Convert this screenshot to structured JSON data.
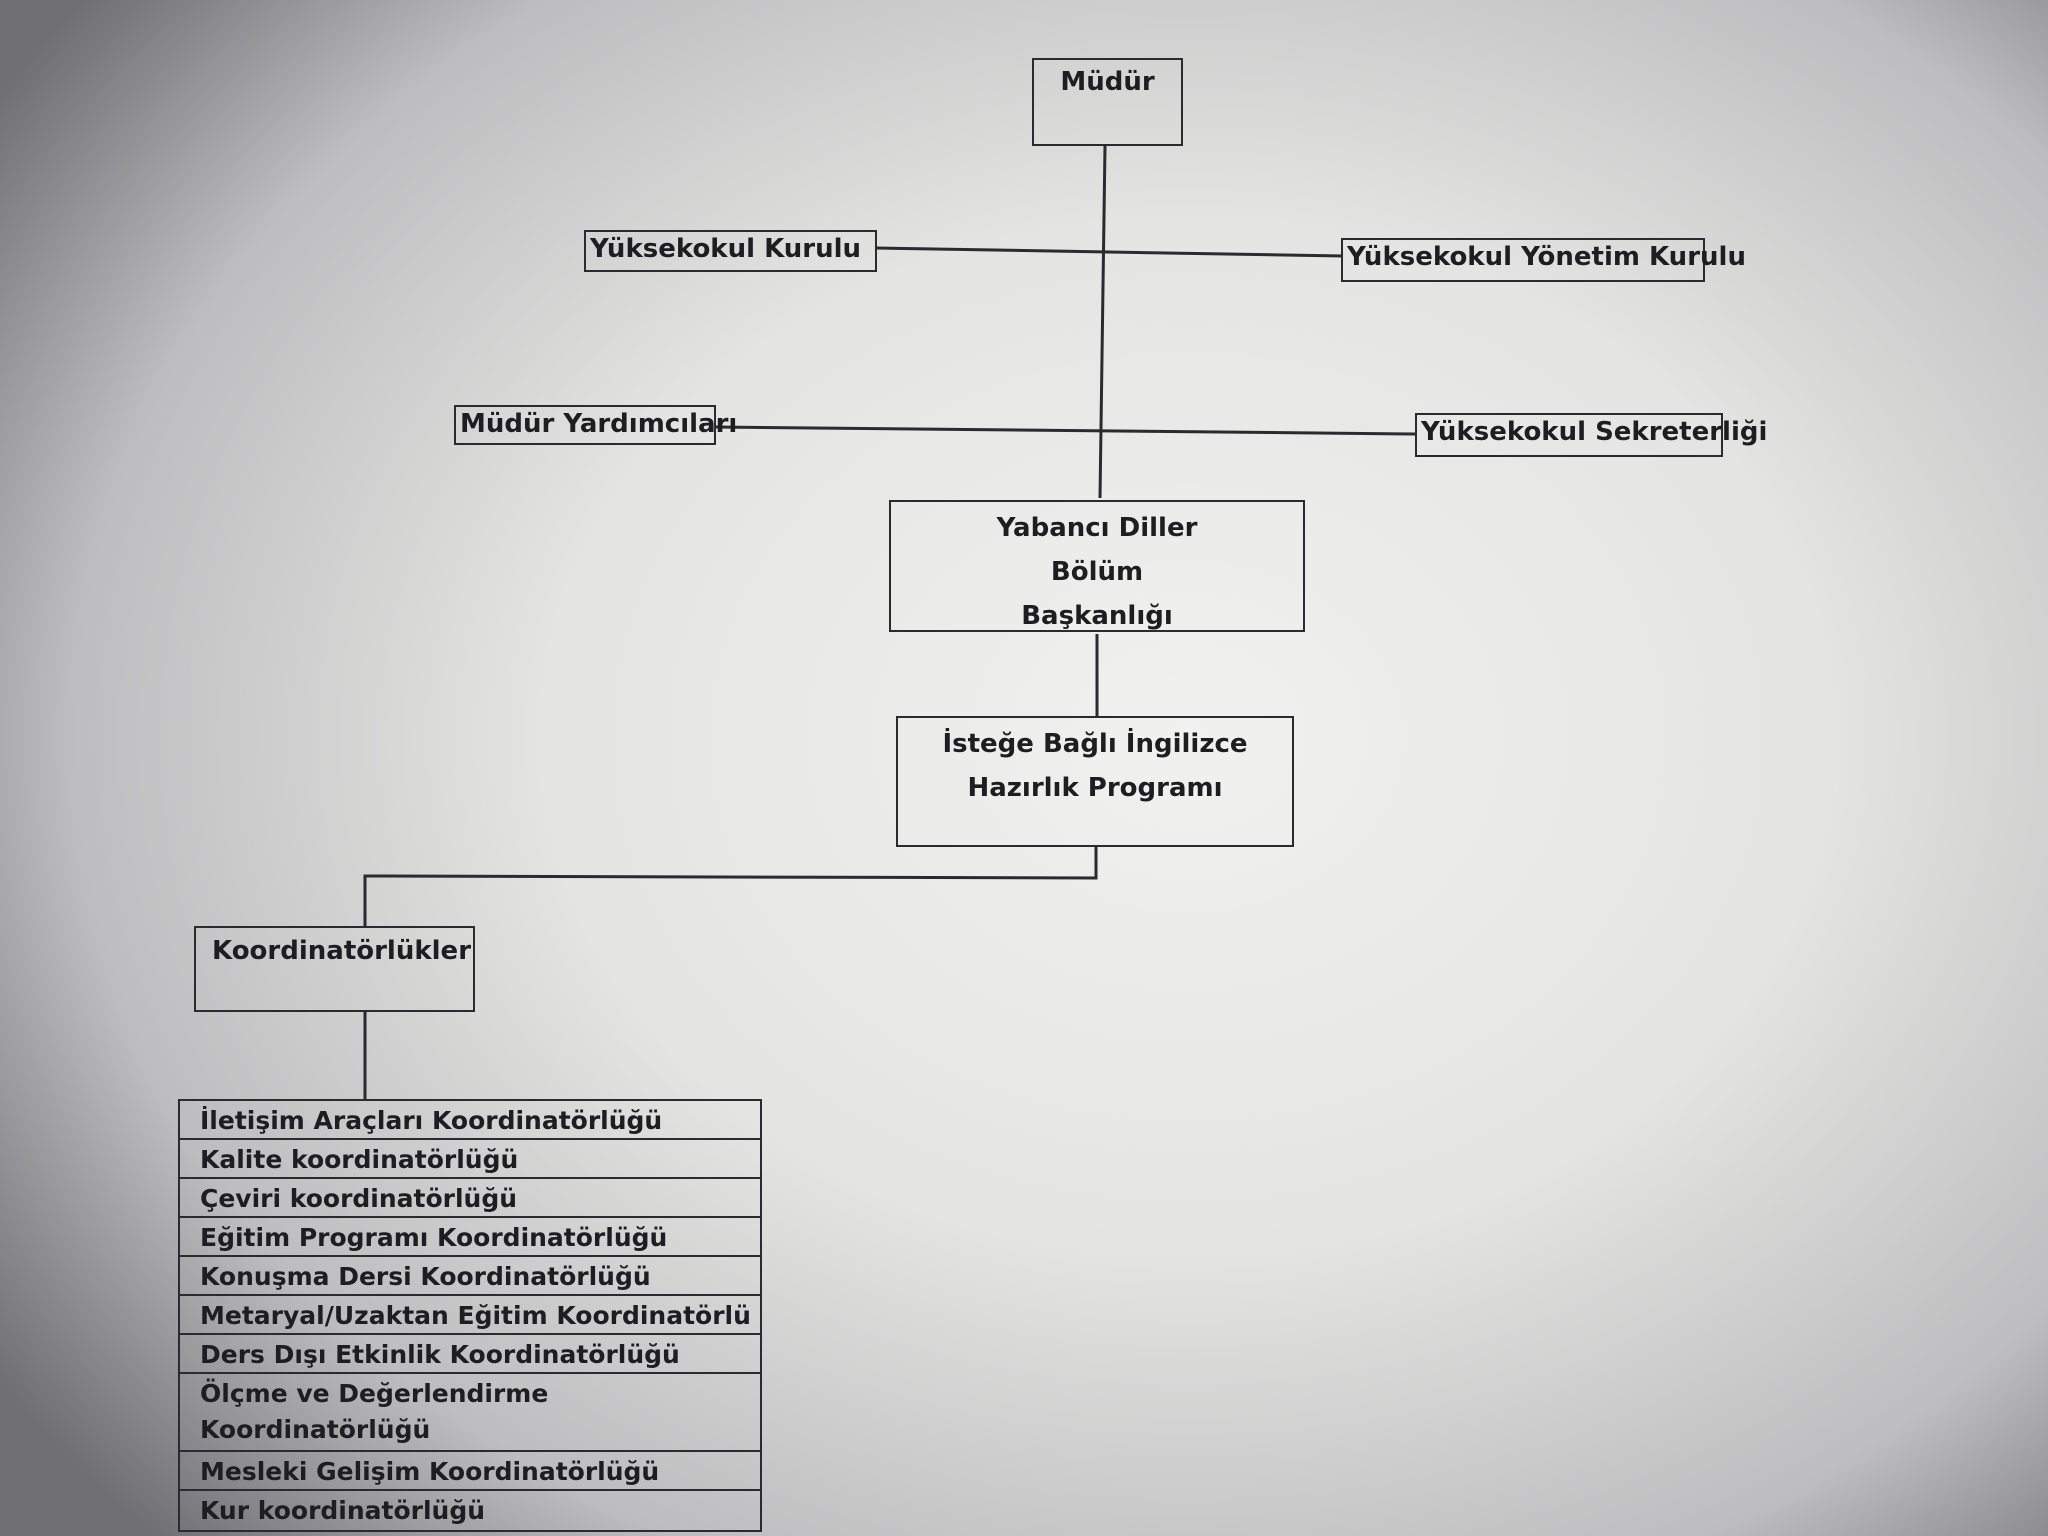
{
  "nodes": {
    "mudur": "Müdür",
    "yuksekokul_kurulu": "Yüksekokul Kurulu",
    "yuksekokul_yonetim_kurulu": "Yüksekokul Yönetim Kurulu",
    "mudur_yardimcilari": "Müdür Yardımcıları",
    "yuksekokul_sekreterligi": "Yüksekokul Sekreterliği",
    "bolum_baskanligi": "Yabancı Diller Bölüm Başkanlığı",
    "hazirlik_programi": "İsteğe Bağlı İngilizce Hazırlık Programı",
    "koordinatorlukler": "Koordinatörlükler"
  },
  "coordinatorships": [
    "İletişim Araçları Koordinatörlüğü",
    "Kalite koordinatörlüğü",
    "Çeviri koordinatörlüğü",
    "Eğitim Programı Koordinatörlüğü",
    "Konuşma Dersi Koordinatörlüğü",
    "Metaryal/Uzaktan Eğitim Koordinatörlü",
    "Ders Dışı Etkinlik Koordinatörlüğü",
    "Ölçme ve Değerlendirme Koordinatörlüğü",
    "Mesleki Gelişim Koordinatörlüğü",
    "Kur koordinatörlüğü"
  ],
  "colors": {
    "line": "#2a2a30",
    "text": "#1d1d22"
  }
}
